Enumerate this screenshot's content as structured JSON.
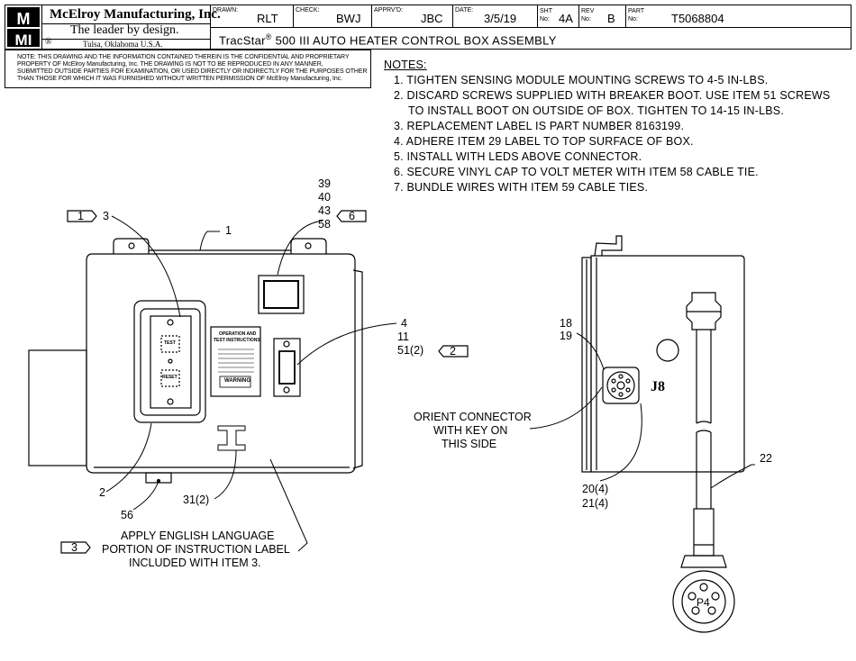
{
  "title_block": {
    "company": "McElroy Manufacturing, Inc.",
    "slogan": "The leader by design.",
    "location": "Tulsa, Oklahoma U.S.A.",
    "logo_letters": "MMI",
    "registered": "®",
    "drawn_label": "DRAWN:",
    "drawn_value": "RLT",
    "check_label": "CHECK:",
    "check_value": "BWJ",
    "apprvd_label": "APPRV'D:",
    "apprvd_value": "JBC",
    "date_label": "DATE:",
    "date_value": "3/5/19",
    "sht_label_1": "SHT",
    "sht_label_2": "No:",
    "sht_value": "4A",
    "rev_label_1": "REV",
    "rev_label_2": "No:",
    "rev_value": "B",
    "part_label_1": "PART",
    "part_label_2": "No:",
    "part_value": "T5068804",
    "title_prefix": "TracStar",
    "title_mark": "®",
    "title_rest": " 500 III AUTO HEATER CONTROL BOX ASSEMBLY"
  },
  "disclaimer": [
    "NOTE: THIS DRAWING AND THE INFORMATION CONTAINED THEREIN IS THE CONFIDENTIAL AND PROPRIETARY",
    "PROPERTY OF McElroy Manufacturing, Inc. THE DRAWING IS NOT TO BE REPRODUCED IN ANY MANNER,",
    "SUBMITTED OUTSIDE PARTIES FOR EXAMINATION, OR USED DIRECTLY OR INDIRECTLY FOR THE PURPOSES OTHER",
    "THAN THOSE FOR WHICH IT WAS FURNISHED WITHOUT WRITTEN PERMISSION OF McElroy Manufacturing, Inc."
  ],
  "notes": {
    "title": "NOTES:",
    "items": [
      "1. TIGHTEN SENSING MODULE MOUNTING SCREWS TO 4-5 IN-LBS.",
      "2. DISCARD SCREWS SUPPLIED WITH BREAKER BOOT. USE ITEM 51 SCREWS",
      "TO INSTALL BOOT ON OUTSIDE OF BOX. TIGHTEN TO 14-15 IN-LBS.",
      "3. REPLACEMENT LABEL IS PART NUMBER 8163199.",
      "4. ADHERE ITEM 29 LABEL TO TOP SURFACE OF BOX.",
      "5. INSTALL WITH LEDS ABOVE CONNECTOR.",
      "6. SECURE VINYL CAP TO VOLT METER WITH ITEM 58 CABLE TIE.",
      "7. BUNDLE WIRES WITH ITEM 59 CABLE TIES."
    ]
  },
  "callouts": {
    "c1": "1",
    "c2": "2",
    "c3": "3",
    "c4": "4",
    "c11": "11",
    "c51": "51(2)",
    "c39": "39",
    "c40": "40",
    "c43": "43",
    "c58": "58",
    "c56": "56",
    "c31": "31(2)",
    "c18": "18",
    "c19": "19",
    "c20": "20(4)",
    "c21": "21(4)",
    "c22": "22",
    "flag1": "1",
    "flag2": "2",
    "flag3": "3",
    "flag6": "6",
    "j8": "J8",
    "p4": "P4",
    "orient": [
      "ORIENT CONNECTOR",
      "WITH KEY ON",
      "THIS SIDE"
    ],
    "apply": [
      "APPLY ENGLISH LANGUAGE",
      "PORTION OF INSTRUCTION LABEL",
      "INCLUDED WITH ITEM 3."
    ]
  },
  "device_labels": {
    "test": "TEST",
    "reset": "RESET",
    "op_title_1": "OPERATION AND",
    "op_title_2": "TEST INSTRUCTIONS",
    "warning": "WARNING"
  }
}
